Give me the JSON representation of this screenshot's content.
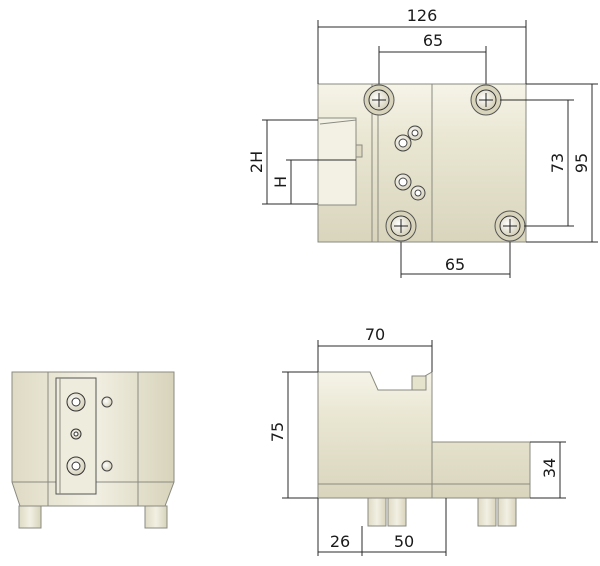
{
  "drawing": {
    "top_view": {
      "dims": {
        "overall_width": "126",
        "top_hole_spacing": "65",
        "bottom_hole_spacing": "65",
        "inner_height": "73",
        "overall_height": "95",
        "slot_2h": "2H",
        "slot_h": "H"
      }
    },
    "side_view": {
      "dims": {
        "top_length": "70",
        "height": "75",
        "step": "34",
        "pin_offset": "26",
        "pin_spacing": "50"
      }
    }
  }
}
